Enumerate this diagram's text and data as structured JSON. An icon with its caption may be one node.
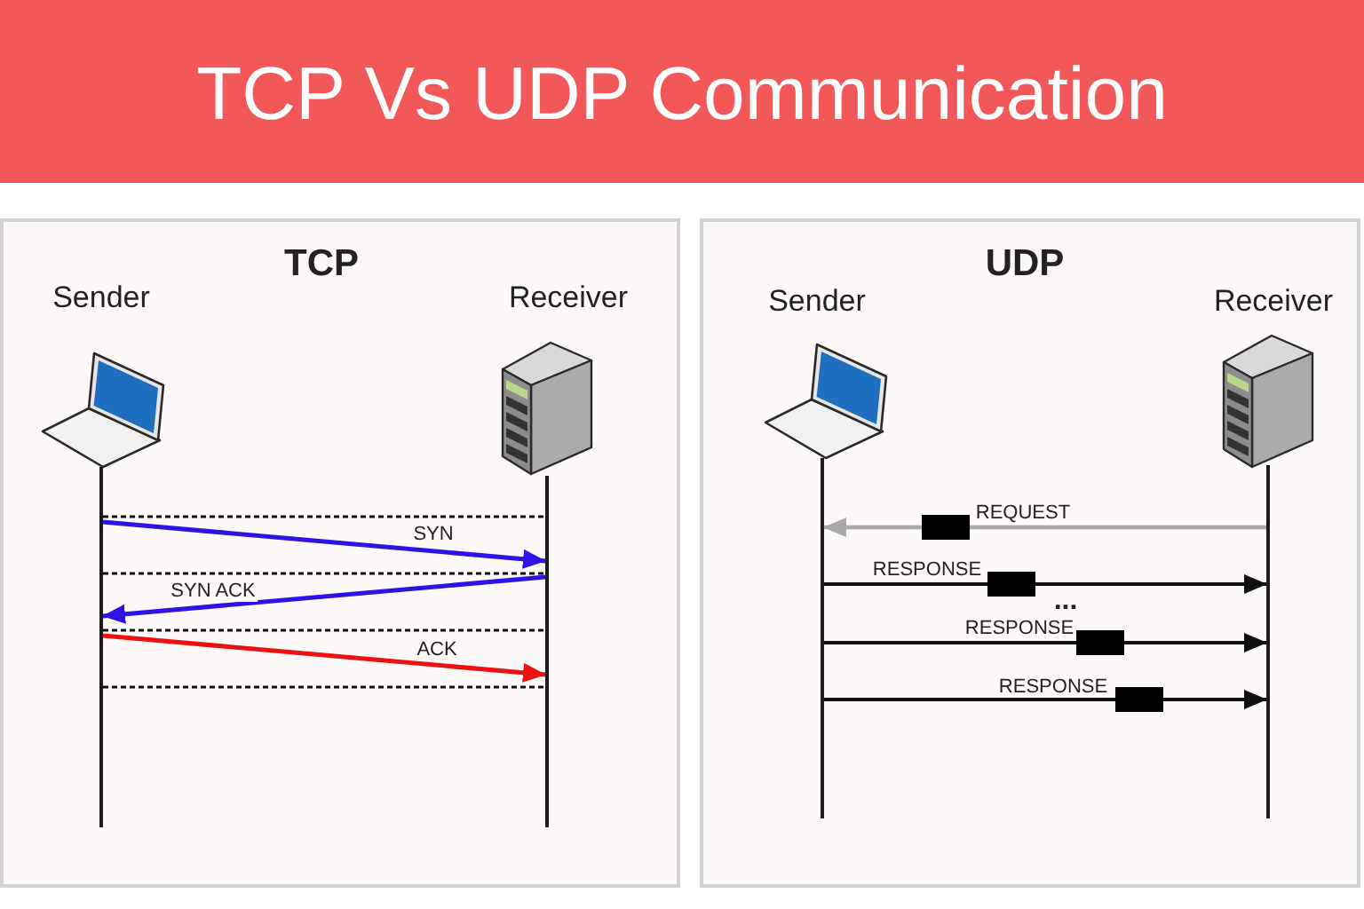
{
  "diagram": {
    "title": "TCP Vs UDP Communication",
    "nodes": [
      {
        "text": [
          "TCP"
        ]
      },
      {
        "text": [
          "Sender"
        ],
        "in": 0
      },
      {
        "text": [
          "Receiver"
        ],
        "in": 0
      },
      {
        "text": [
          "UDP"
        ]
      },
      {
        "text": [
          "Sender"
        ],
        "in": 3
      },
      {
        "text": [
          "Receiver"
        ],
        "in": 3
      }
    ],
    "edges": [
      {
        "from": 1,
        "to": 2,
        "arrow": "none",
        "style": "dashed"
      },
      {
        "from": 1,
        "to": 2,
        "label": "SYN",
        "arrow": "to",
        "color": "#2f12e6"
      },
      {
        "from": 1,
        "to": 2,
        "arrow": "none",
        "style": "dashed"
      },
      {
        "from": 2,
        "to": 1,
        "label": "SYN ACK",
        "arrow": "to",
        "color": "#2f12e6"
      },
      {
        "from": 1,
        "to": 2,
        "arrow": "none",
        "style": "dashed"
      },
      {
        "from": 1,
        "to": 2,
        "label": "ACK",
        "arrow": "to",
        "color": "#ee1111"
      },
      {
        "from": 1,
        "to": 2,
        "arrow": "none",
        "style": "dashed"
      },
      {
        "from": 5,
        "to": 4,
        "label": "REQUEST",
        "arrow": "to",
        "color": "#a8a8a8"
      },
      {
        "from": 4,
        "to": 5,
        "label": "RESPONSE",
        "arrow": "to"
      },
      {
        "from": 4,
        "to": 5,
        "label": "RESPONSE",
        "arrow": "to"
      },
      {
        "from": 4,
        "to": 5,
        "label": "RESPONSE",
        "arrow": "to"
      }
    ],
    "labels": [
      "..."
    ]
  }
}
